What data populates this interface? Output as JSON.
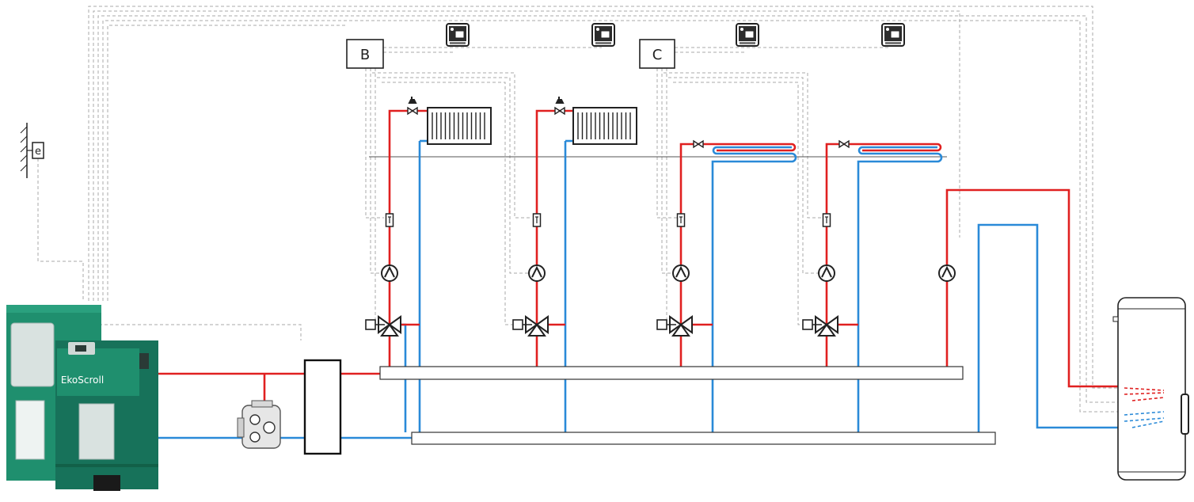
{
  "controllers": [
    {
      "id": "controller-b",
      "label": "B"
    },
    {
      "id": "controller-c",
      "label": "C"
    }
  ],
  "boiler": {
    "brand": "EkoScroll"
  },
  "sensor": {
    "label": "e"
  },
  "colors": {
    "supply": "#e02020",
    "return": "#2a8ad8",
    "signal": "#a8a8a8",
    "boiler_body": "#1f8f6e",
    "boiler_dark": "#17725a",
    "line": "#222222"
  },
  "components": {
    "room_panels": 4,
    "radiators": 2,
    "floor_loops": 2,
    "mixing_circuits": 4,
    "pumps": 5
  }
}
